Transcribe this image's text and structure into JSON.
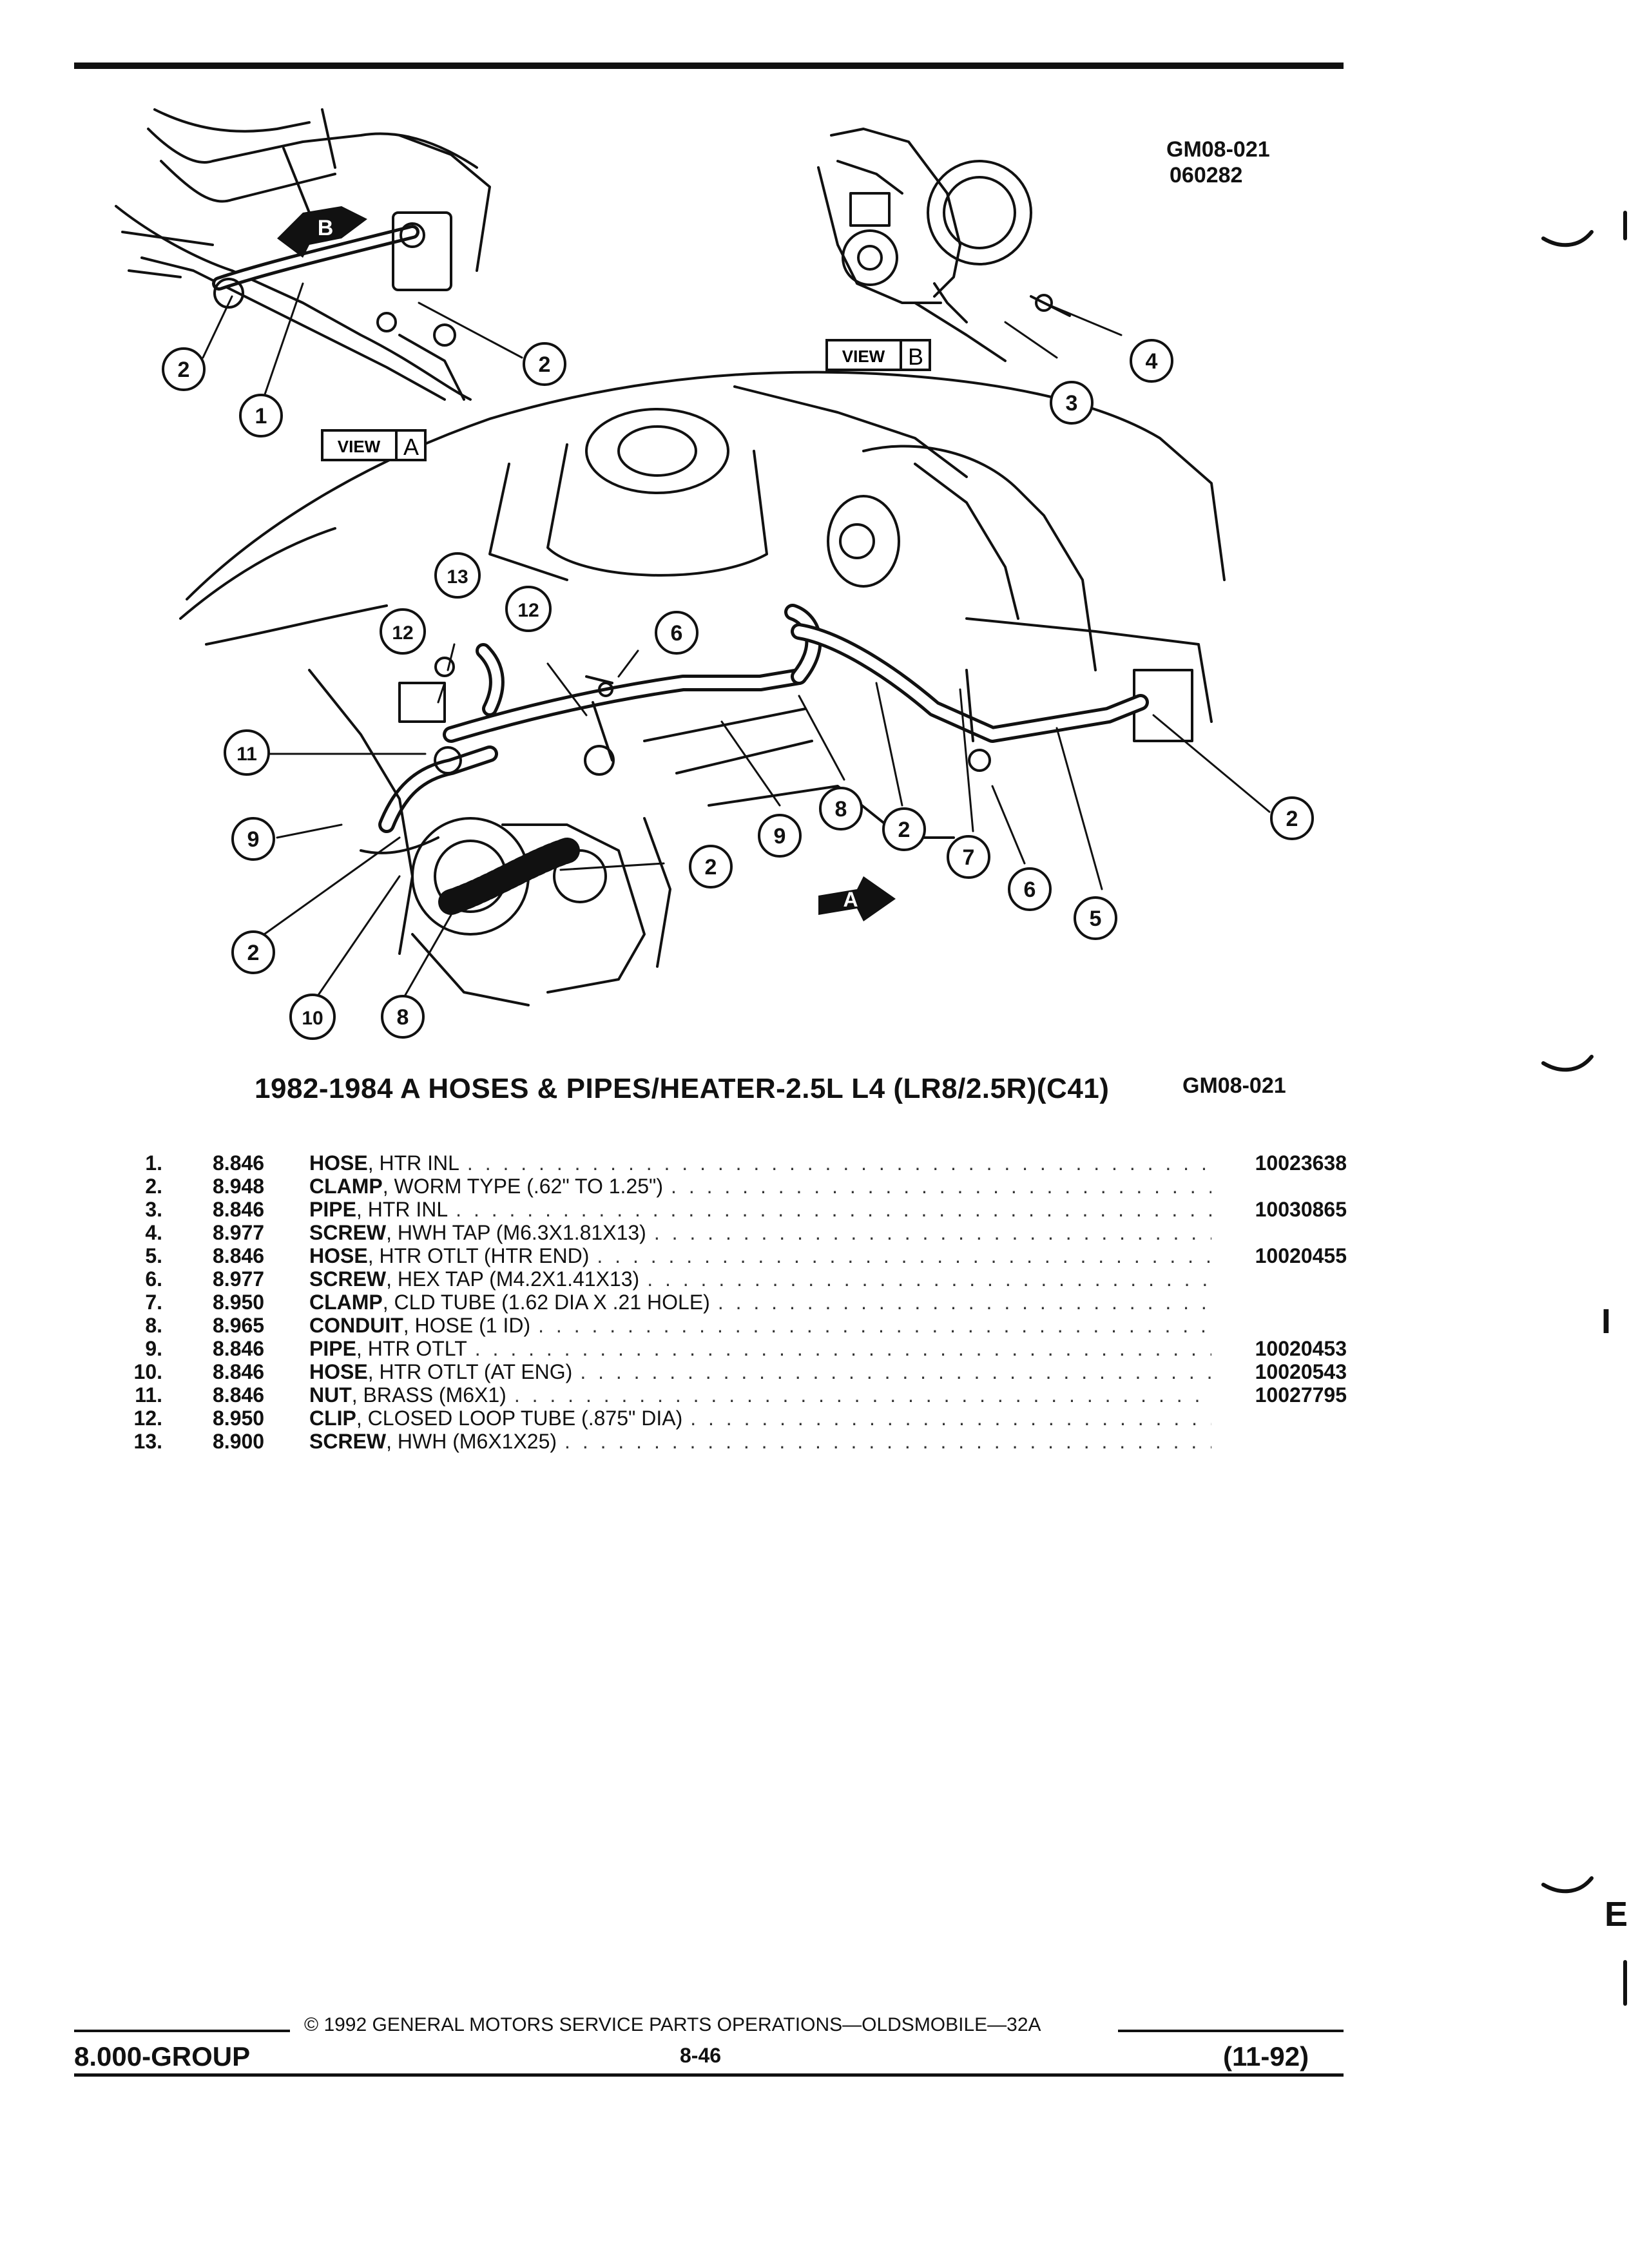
{
  "diagram": {
    "code_top": "GM08-021",
    "code_date": "060282",
    "code_bottom": "GM08-021",
    "view_a": "VIEW",
    "view_a_letter": "A",
    "view_b": "VIEW",
    "view_b_letter": "B",
    "arrow_a": "A",
    "arrow_b": "B",
    "callouts": [
      "1",
      "2",
      "2",
      "3",
      "4",
      "13",
      "12",
      "12",
      "6",
      "11",
      "9",
      "2",
      "2",
      "10",
      "8",
      "9",
      "8",
      "2",
      "7",
      "6",
      "5",
      "2"
    ]
  },
  "title": "1982-1984 A HOSES & PIPES/HEATER-2.5L L4 (LR8/2.5R)(C41)",
  "parts": [
    {
      "idx": "1.",
      "group": "8.846",
      "name": "HOSE",
      "detail": ", HTR INL",
      "pn": "10023638"
    },
    {
      "idx": "2.",
      "group": "8.948",
      "name": "CLAMP",
      "detail": ", WORM TYPE (.62\" TO 1.25\")",
      "pn": ""
    },
    {
      "idx": "3.",
      "group": "8.846",
      "name": "PIPE",
      "detail": ", HTR INL",
      "pn": "10030865"
    },
    {
      "idx": "4.",
      "group": "8.977",
      "name": "SCREW",
      "detail": ", HWH TAP (M6.3X1.81X13)",
      "pn": ""
    },
    {
      "idx": "5.",
      "group": "8.846",
      "name": "HOSE",
      "detail": ", HTR OTLT (HTR END)",
      "pn": "10020455"
    },
    {
      "idx": "6.",
      "group": "8.977",
      "name": "SCREW",
      "detail": ", HEX TAP (M4.2X1.41X13)",
      "pn": ""
    },
    {
      "idx": "7.",
      "group": "8.950",
      "name": "CLAMP",
      "detail": ", CLD TUBE (1.62 DIA X .21 HOLE)",
      "pn": ""
    },
    {
      "idx": "8.",
      "group": "8.965",
      "name": "CONDUIT",
      "detail": ", HOSE (1 ID)",
      "pn": ""
    },
    {
      "idx": "9.",
      "group": "8.846",
      "name": "PIPE",
      "detail": ", HTR OTLT",
      "pn": "10020453"
    },
    {
      "idx": "10.",
      "group": "8.846",
      "name": "HOSE",
      "detail": ", HTR OTLT (AT ENG)",
      "pn": "10020543"
    },
    {
      "idx": "11.",
      "group": "8.846",
      "name": "NUT",
      "detail": ", BRASS (M6X1)",
      "pn": "10027795"
    },
    {
      "idx": "12.",
      "group": "8.950",
      "name": "CLIP",
      "detail": ", CLOSED LOOP TUBE (.875\" DIA)",
      "pn": ""
    },
    {
      "idx": "13.",
      "group": "8.900",
      "name": "SCREW",
      "detail": ", HWH (M6X1X25)",
      "pn": ""
    }
  ],
  "footer": {
    "copyright": "© 1992 GENERAL MOTORS SERVICE PARTS OPERATIONS—OLDSMOBILE—32A",
    "group": "8.000-GROUP",
    "page": "8-46",
    "date": "(11-92)"
  },
  "margin": {
    "letter_1": "I",
    "letter_2": "E"
  }
}
